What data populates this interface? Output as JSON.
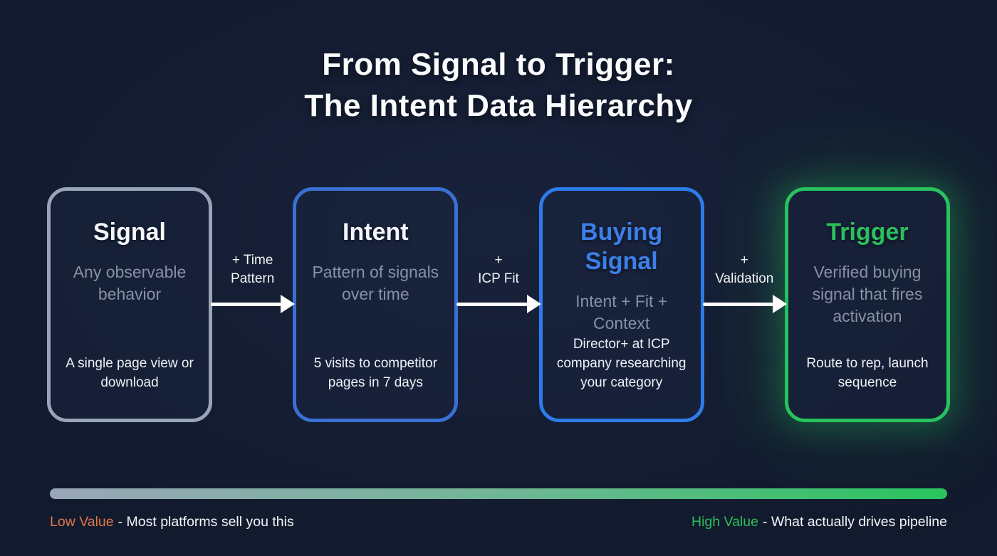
{
  "page": {
    "title_line1": "From Signal to Trigger:",
    "title_line2": "The Intent Data Hierarchy"
  },
  "cards": [
    {
      "title": "Signal",
      "title_color": "#f4f6fa",
      "border_color": "#97a4ba",
      "subtitle": "Any observable behavior",
      "description": "A single page view or download"
    },
    {
      "title": "Intent",
      "title_color": "#f4f6fa",
      "border_color": "#3a70d4",
      "subtitle": "Pattern of signals over time",
      "description": "5 visits to competitor pages in 7 days"
    },
    {
      "title": "Buying Signal",
      "title_color": "#3d7fe8",
      "border_color": "#2c7ce9",
      "subtitle": "Intent + Fit + Context",
      "description": "Director+ at ICP company researching your category"
    },
    {
      "title": "Trigger",
      "title_color": "#2dbe5d",
      "border_color": "#27c25f",
      "subtitle": "Verified buying signal that fires activation",
      "description": "Route to rep, launch sequence"
    }
  ],
  "arrows": [
    {
      "label_line1": "+ Time",
      "label_line2": "Pattern"
    },
    {
      "label_line1": "+",
      "label_line2": "ICP Fit"
    },
    {
      "label_line1": "+",
      "label_line2": "Validation"
    }
  ],
  "value_bar": {
    "gradient_start": "#9aa6b8",
    "gradient_mid": "#6fb795",
    "gradient_end": "#29c45e",
    "low_label": "Low Value",
    "low_color": "#e2764a",
    "low_text": "- Most platforms sell you this",
    "high_label": "High Value",
    "high_color": "#2ebd59",
    "high_text": "- What actually drives pipeline"
  }
}
